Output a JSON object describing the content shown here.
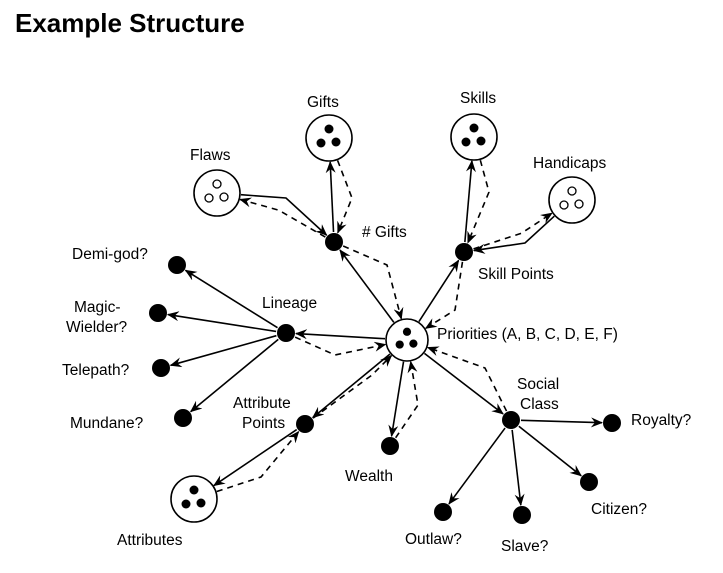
{
  "title": "Example Structure",
  "colors": {
    "ink": "#000000",
    "background": "#ffffff"
  },
  "nodes": [
    {
      "id": "priorities",
      "kind": "group-filled",
      "label": [
        "Priorities (A, B, C, D, E, F)"
      ]
    },
    {
      "id": "gifts",
      "kind": "group-filled",
      "label": [
        "Gifts"
      ]
    },
    {
      "id": "flaws",
      "kind": "group-hollow",
      "label": [
        "Flaws"
      ]
    },
    {
      "id": "num-gifts",
      "kind": "dot",
      "label": [
        "# Gifts"
      ]
    },
    {
      "id": "skills",
      "kind": "group-filled",
      "label": [
        "Skills"
      ]
    },
    {
      "id": "handicaps",
      "kind": "group-hollow",
      "label": [
        "Handicaps"
      ]
    },
    {
      "id": "skill-points",
      "kind": "dot",
      "label": [
        "Skill Points"
      ]
    },
    {
      "id": "lineage",
      "kind": "dot",
      "label": [
        "Lineage"
      ]
    },
    {
      "id": "demi-god",
      "kind": "dot",
      "label": [
        "Demi-god?"
      ]
    },
    {
      "id": "magic-wielder",
      "kind": "dot",
      "label": [
        "Magic-",
        "Wielder?"
      ]
    },
    {
      "id": "telepath",
      "kind": "dot",
      "label": [
        "Telepath?"
      ]
    },
    {
      "id": "mundane",
      "kind": "dot",
      "label": [
        "Mundane?"
      ]
    },
    {
      "id": "attribute-points",
      "kind": "dot",
      "label": [
        "Attribute",
        "Points"
      ]
    },
    {
      "id": "attributes",
      "kind": "group-filled",
      "label": [
        "Attributes"
      ]
    },
    {
      "id": "wealth",
      "kind": "dot",
      "label": [
        "Wealth"
      ]
    },
    {
      "id": "social-class",
      "kind": "dot",
      "label": [
        "Social",
        "Class"
      ]
    },
    {
      "id": "royalty",
      "kind": "dot",
      "label": [
        "Royalty?"
      ]
    },
    {
      "id": "citizen",
      "kind": "dot",
      "label": [
        "Citizen?"
      ]
    },
    {
      "id": "slave",
      "kind": "dot",
      "label": [
        "Slave?"
      ]
    },
    {
      "id": "outlaw",
      "kind": "dot",
      "label": [
        "Outlaw?"
      ]
    }
  ],
  "edges": [
    {
      "from": "priorities",
      "to": "num-gifts",
      "style": "solid"
    },
    {
      "from": "num-gifts",
      "to": "priorities",
      "style": "dashed"
    },
    {
      "from": "num-gifts",
      "to": "gifts",
      "style": "solid"
    },
    {
      "from": "gifts",
      "to": "num-gifts",
      "style": "dashed"
    },
    {
      "from": "flaws",
      "to": "num-gifts",
      "style": "solid"
    },
    {
      "from": "num-gifts",
      "to": "flaws",
      "style": "dashed"
    },
    {
      "from": "priorities",
      "to": "skill-points",
      "style": "solid"
    },
    {
      "from": "skill-points",
      "to": "priorities",
      "style": "dashed"
    },
    {
      "from": "skill-points",
      "to": "skills",
      "style": "solid"
    },
    {
      "from": "skills",
      "to": "skill-points",
      "style": "dashed"
    },
    {
      "from": "handicaps",
      "to": "skill-points",
      "style": "solid"
    },
    {
      "from": "skill-points",
      "to": "handicaps",
      "style": "dashed"
    },
    {
      "from": "priorities",
      "to": "lineage",
      "style": "solid"
    },
    {
      "from": "lineage",
      "to": "priorities",
      "style": "dashed"
    },
    {
      "from": "lineage",
      "to": "demi-god",
      "style": "solid"
    },
    {
      "from": "lineage",
      "to": "magic-wielder",
      "style": "solid"
    },
    {
      "from": "lineage",
      "to": "telepath",
      "style": "solid"
    },
    {
      "from": "lineage",
      "to": "mundane",
      "style": "solid"
    },
    {
      "from": "priorities",
      "to": "attribute-points",
      "style": "solid"
    },
    {
      "from": "attribute-points",
      "to": "priorities",
      "style": "dashed"
    },
    {
      "from": "attribute-points",
      "to": "attributes",
      "style": "solid"
    },
    {
      "from": "attributes",
      "to": "attribute-points",
      "style": "dashed"
    },
    {
      "from": "priorities",
      "to": "wealth",
      "style": "solid"
    },
    {
      "from": "wealth",
      "to": "priorities",
      "style": "dashed"
    },
    {
      "from": "priorities",
      "to": "social-class",
      "style": "solid"
    },
    {
      "from": "social-class",
      "to": "priorities",
      "style": "dashed"
    },
    {
      "from": "social-class",
      "to": "royalty",
      "style": "solid"
    },
    {
      "from": "social-class",
      "to": "citizen",
      "style": "solid"
    },
    {
      "from": "social-class",
      "to": "slave",
      "style": "solid"
    },
    {
      "from": "social-class",
      "to": "outlaw",
      "style": "solid"
    }
  ]
}
